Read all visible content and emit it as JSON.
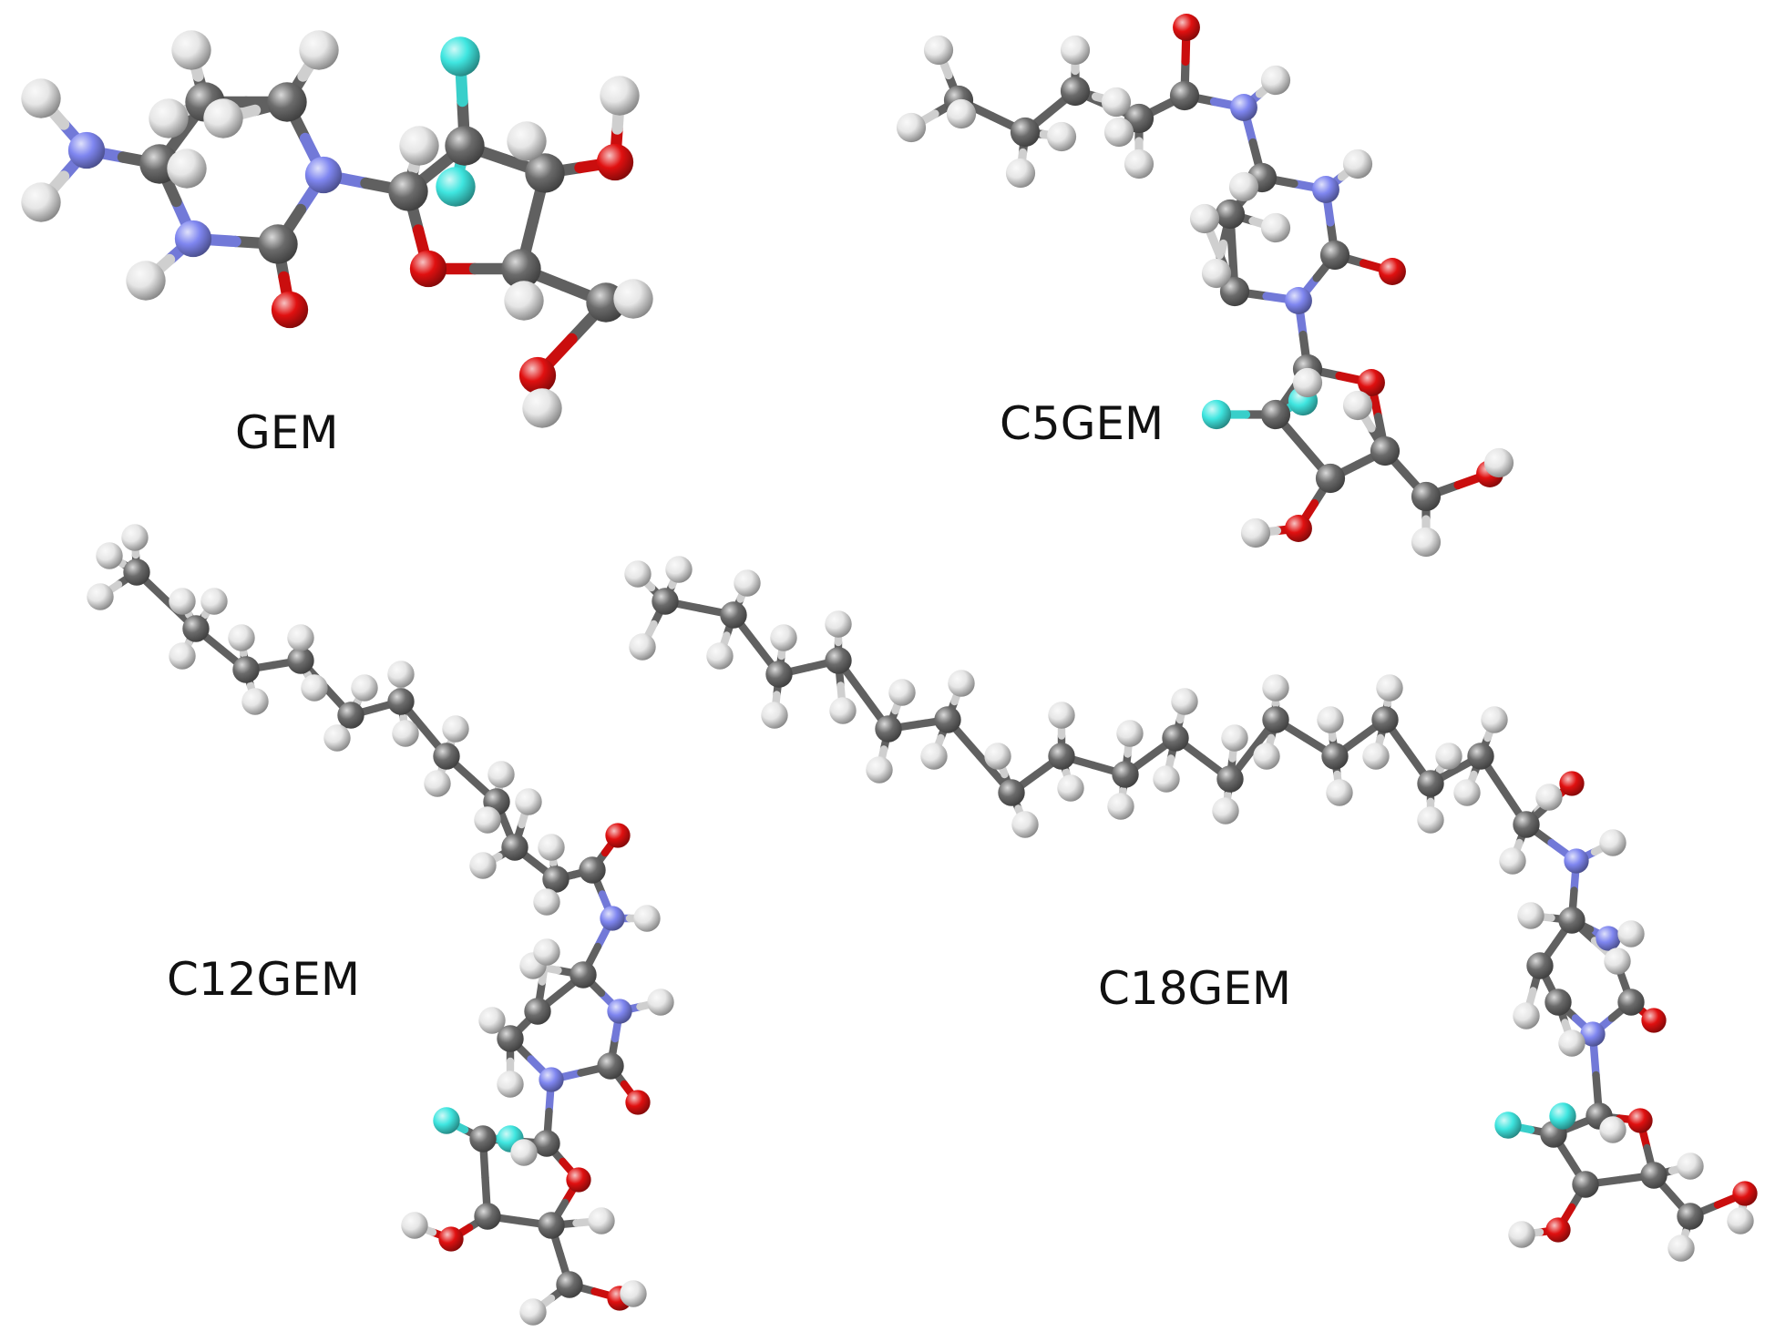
{
  "figure": {
    "molecules": [
      {
        "id": "gem",
        "label": "GEM"
      },
      {
        "id": "c5gem",
        "label": "C5GEM"
      },
      {
        "id": "c12gem",
        "label": "C12GEM"
      },
      {
        "id": "c18gem",
        "label": "C18GEM"
      }
    ],
    "element_colors": {
      "C": "#6b6b6b",
      "H": "#e6e6e6",
      "N": "#7f86f0",
      "O": "#e01010",
      "F": "#3fe6e0"
    }
  }
}
